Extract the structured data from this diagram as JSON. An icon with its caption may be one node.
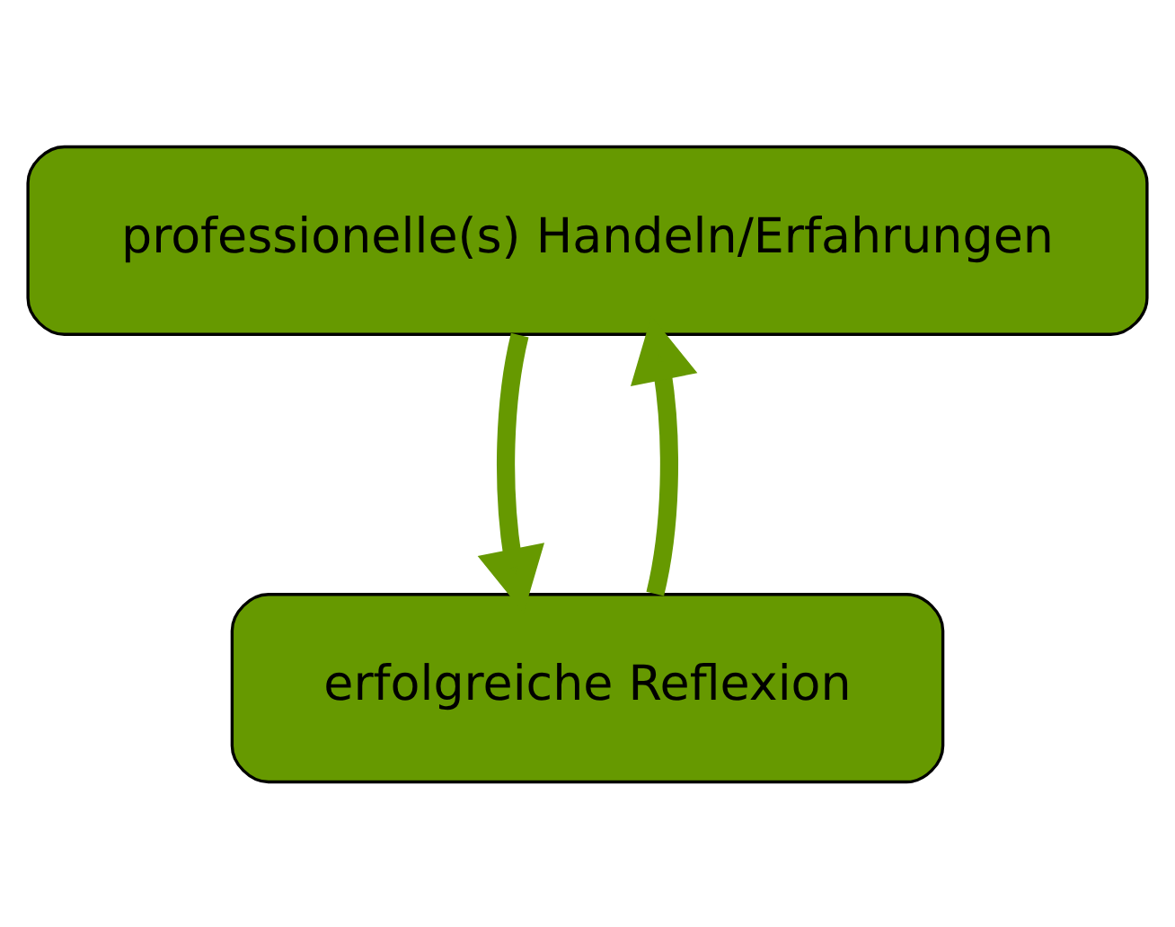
{
  "diagram": {
    "nodes": [
      {
        "text": [
          "professionelle(s) Handeln/Erfahrungen"
        ]
      },
      {
        "text": [
          "erfolgreiche Reflexion"
        ]
      }
    ],
    "edges": [
      {
        "from": 0,
        "to": 1,
        "arrow": "to"
      },
      {
        "from": 1,
        "to": 0,
        "arrow": "to"
      }
    ]
  }
}
